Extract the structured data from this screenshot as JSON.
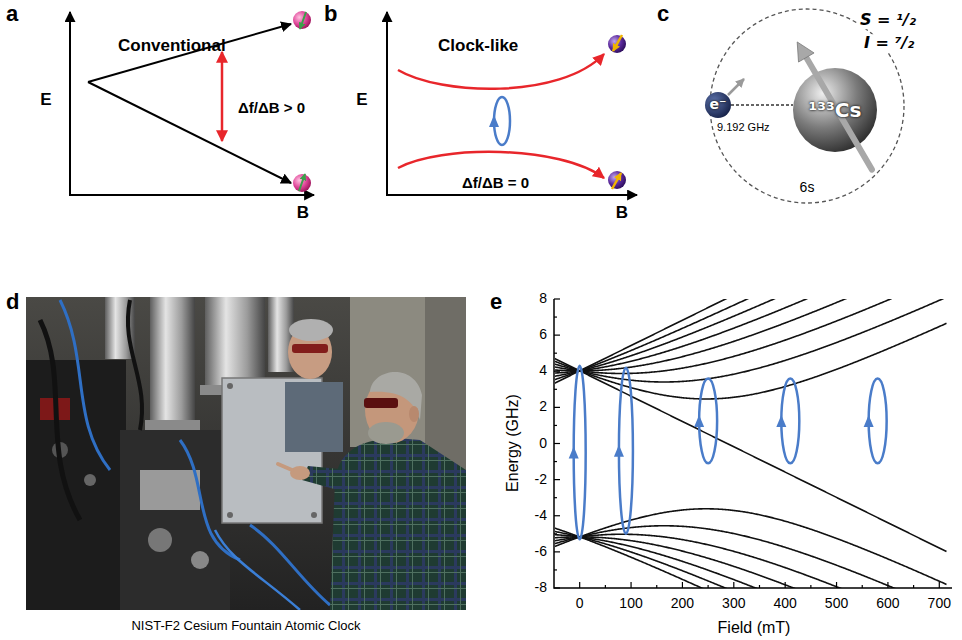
{
  "diagram": {
    "nodes": [
      {
        "text": [
          "6s"
        ]
      },
      {
        "text": [
          "e⁻"
        ],
        "in": 0
      },
      {
        "text": [
          "¹³³Cs"
        ],
        "in": 0
      }
    ],
    "edges": [
      {
        "from": 1,
        "to": 2,
        "arrow": "none"
      }
    ],
    "labels": [
      "a",
      "Conventional",
      "E",
      "B",
      "Δf/ΔB > 0",
      "b",
      "Clock-like",
      "E",
      "B",
      "Δf/ΔB = 0",
      "c",
      "S = ¹/₂",
      "I = ⁷/₂",
      "9.192 GHz",
      "d",
      "NIST-F2 Cesium Fountain Atomic Clock",
      "e",
      "Energy (GHz)",
      "Field (mT)",
      "8",
      "6",
      "4",
      "2",
      "0",
      "-2",
      "-4",
      "-6",
      "-8",
      "0",
      "100",
      "200",
      "300",
      "400",
      "500",
      "600",
      "700"
    ]
  }
}
